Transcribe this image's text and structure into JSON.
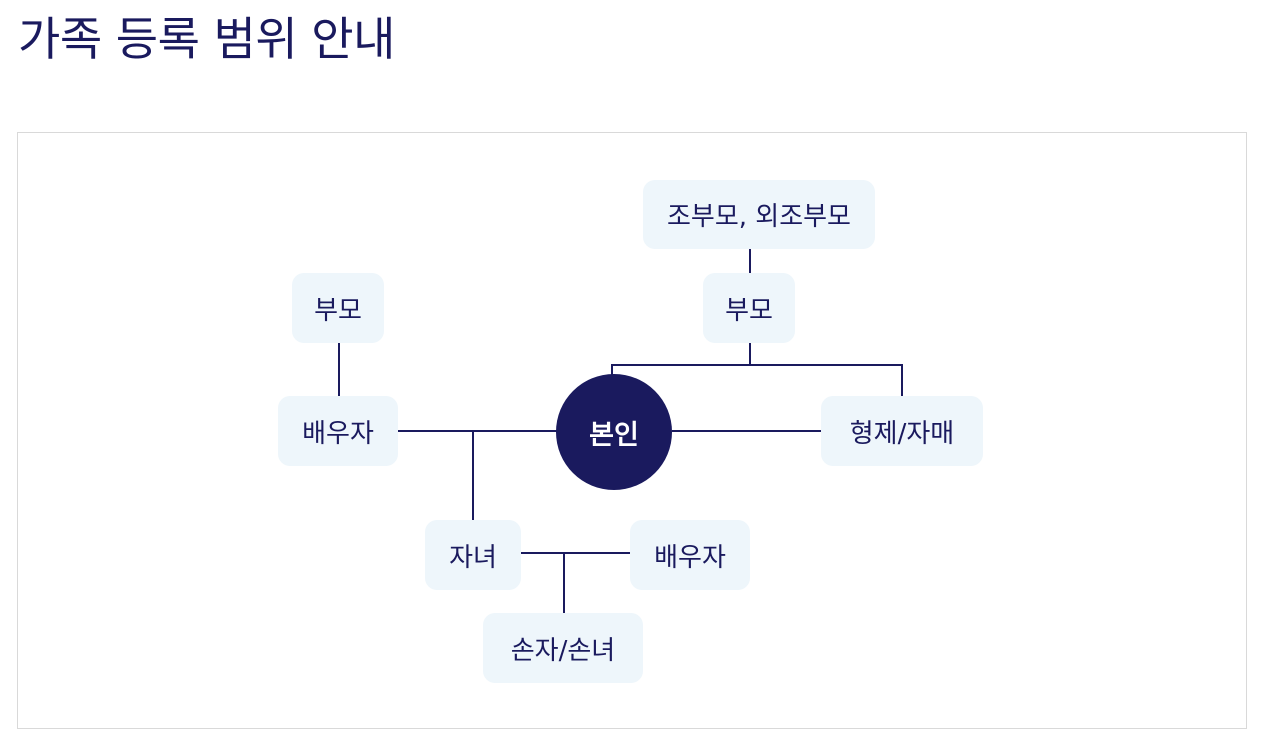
{
  "page": {
    "title": "가족 등록 범위 안내"
  },
  "diagram": {
    "self": "본인",
    "grandparents": "조부모, 외조부모",
    "parents": "부모",
    "spouse_parents": "부모",
    "spouse": "배우자",
    "siblings": "형제/자매",
    "children": "자녀",
    "child_spouse": "배우자",
    "grandchildren": "손자/손녀"
  },
  "colors": {
    "primary": "#1a1a5e",
    "node_background": "#eef6fb",
    "panel_border": "#d9d9d9"
  }
}
